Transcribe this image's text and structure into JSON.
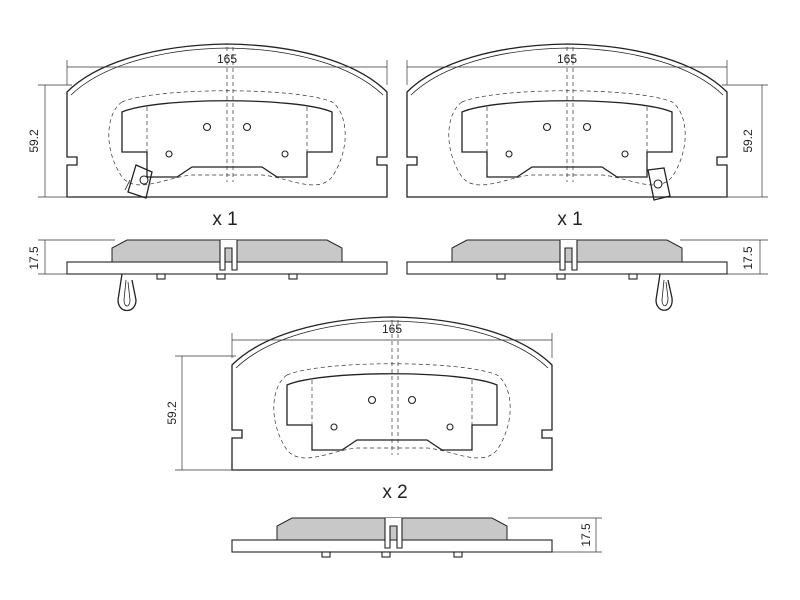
{
  "pads": [
    {
      "id": "pad-left-top",
      "width_label": "165",
      "height_label": "59.2",
      "thickness_label": "17.5",
      "quantity_label": "x 1",
      "has_wear_sensor": true
    },
    {
      "id": "pad-right-top",
      "width_label": "165",
      "height_label": "59.2",
      "thickness_label": "17.5",
      "quantity_label": "x 1",
      "has_wear_sensor": true
    },
    {
      "id": "pad-bottom",
      "width_label": "165",
      "height_label": "59.2",
      "thickness_label": "17.5",
      "quantity_label": "x 2",
      "has_wear_sensor": false
    }
  ],
  "colors": {
    "line": "#222222",
    "friction_fill": "#c8c8c8",
    "background": "#ffffff"
  }
}
